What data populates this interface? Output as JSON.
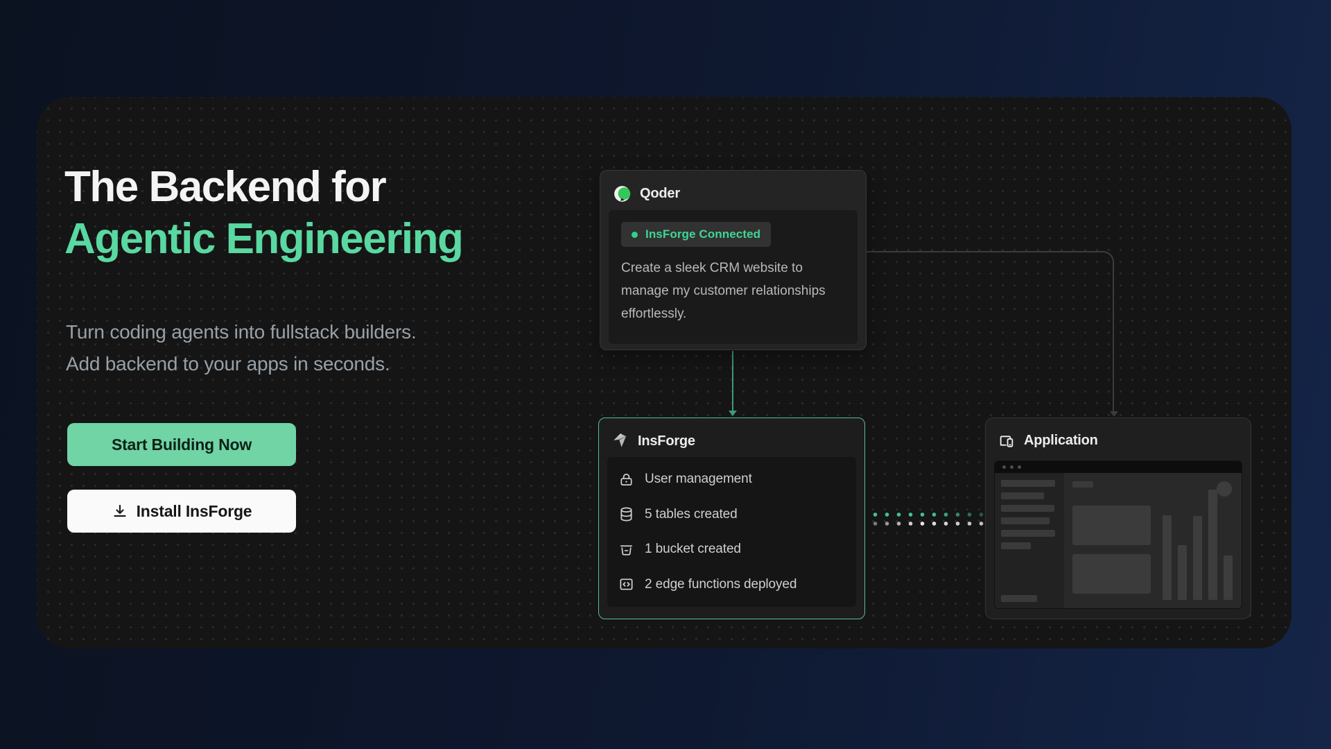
{
  "hero": {
    "title_line1": "The Backend for",
    "title_line2": "Agentic Engineering",
    "subtitle_line1": "Turn coding agents into fullstack builders.",
    "subtitle_line2": "Add backend to your apps in seconds.",
    "primary_button_label": "Start Building Now",
    "secondary_button_label": "Install InsForge"
  },
  "diagram": {
    "qoder": {
      "title": "Qoder",
      "badge_label": "InsForge Connected",
      "prompt": "Create a sleek CRM website to manage my customer relationships effortlessly."
    },
    "insforge": {
      "title": "InsForge",
      "items": [
        {
          "icon": "lock-icon",
          "label": "User management"
        },
        {
          "icon": "database-icon",
          "label": "5 tables created"
        },
        {
          "icon": "bucket-icon",
          "label": "1 bucket created"
        },
        {
          "icon": "code-icon",
          "label": "2 edge functions deployed"
        }
      ]
    },
    "application": {
      "title": "Application"
    }
  },
  "colors": {
    "accent_green": "#5ad8a1",
    "badge_text_green": "#3ed694",
    "badge_dot_green": "#2ed28c",
    "connector_green": "#3e9c77",
    "insforge_border_green": "#58be93",
    "primary_button_bg": "#70d4a5",
    "panel_bg": "#151515",
    "page_bg_navy": "#0e1830"
  }
}
